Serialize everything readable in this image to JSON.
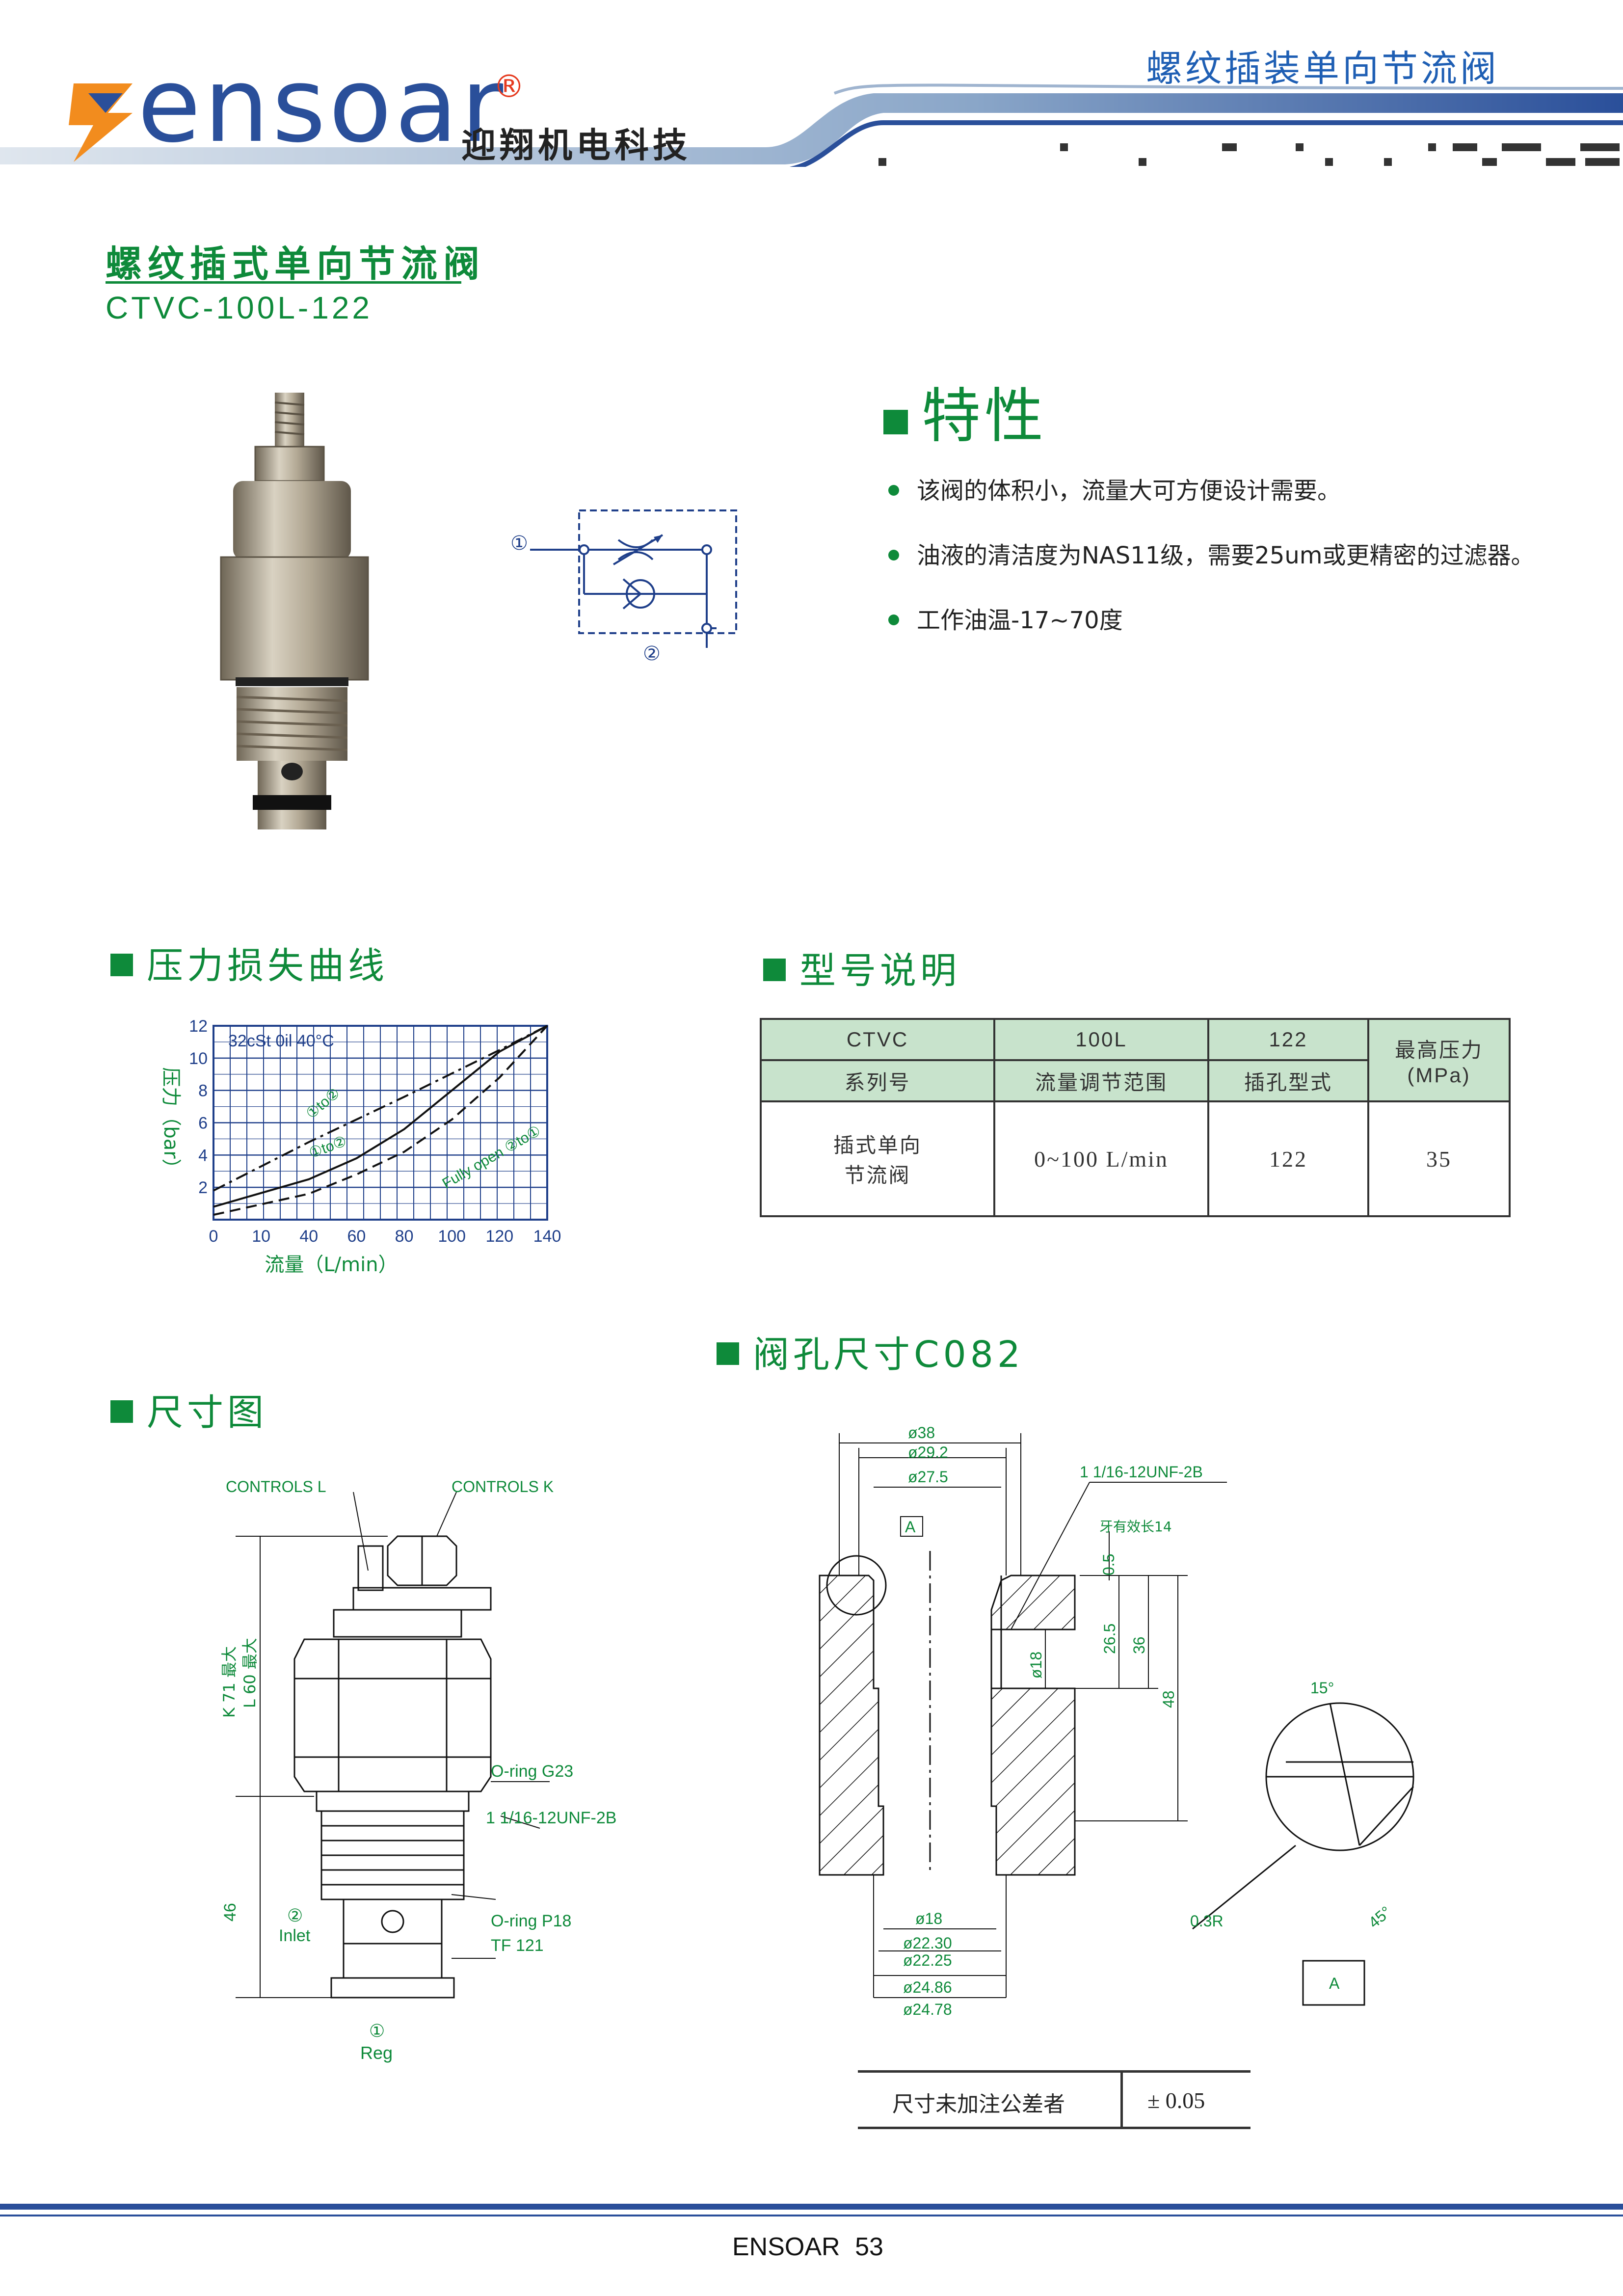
{
  "header": {
    "logo_text": "ensoar",
    "registered": "®",
    "company": "迎翔机电科技",
    "category": "螺纹插装单向节流阀"
  },
  "product": {
    "title_cn": "螺纹插式单向节流阀",
    "model": "CTVC-100L-122"
  },
  "symbol": {
    "port1": "①",
    "port2": "②"
  },
  "features": {
    "heading": "特性",
    "items": [
      "该阀的体积小，流量大可方便设计需要。",
      "油液的清洁度为NAS11级，需要25um或更精密的过滤器。",
      "工作油温-17~70度"
    ]
  },
  "pressure_curve": {
    "heading": "压力损失曲线"
  },
  "chart_data": {
    "type": "line",
    "title": "",
    "annotation": "32cSt 0il 40°C",
    "xlabel": "流量（L/min）",
    "ylabel": "压力（bar）",
    "xlim": [
      0,
      140
    ],
    "ylim": [
      0,
      12
    ],
    "xticks": [
      0,
      10,
      40,
      60,
      80,
      100,
      120,
      140
    ],
    "yticks": [
      2,
      4,
      6,
      8,
      10,
      12
    ],
    "grid": true,
    "series": [
      {
        "name": "①to②",
        "style": "dashdot",
        "points": [
          [
            0,
            1.8
          ],
          [
            40,
            4.8
          ],
          [
            80,
            7.6
          ],
          [
            120,
            10.5
          ],
          [
            140,
            12
          ]
        ]
      },
      {
        "name": "①to②",
        "style": "solid",
        "points": [
          [
            0,
            0.8
          ],
          [
            40,
            2.5
          ],
          [
            60,
            3.8
          ],
          [
            80,
            5.6
          ],
          [
            100,
            8
          ],
          [
            120,
            10.4
          ],
          [
            140,
            12
          ]
        ]
      },
      {
        "name": "Fully open ②to①",
        "style": "dashed",
        "points": [
          [
            0,
            0.3
          ],
          [
            40,
            1.6
          ],
          [
            60,
            2.8
          ],
          [
            80,
            4.2
          ],
          [
            100,
            6.2
          ],
          [
            120,
            8.8
          ],
          [
            140,
            12
          ]
        ]
      }
    ]
  },
  "model_info": {
    "heading": "型号说明",
    "codes": [
      "CTVC",
      "100L",
      "122"
    ],
    "labels": [
      "系列号",
      "流量调节范围",
      "插孔型式"
    ],
    "max_pressure_label": "最高压力",
    "max_pressure_unit": "(MPa)",
    "values": [
      "插式单向\n节流阀",
      "0~100 L/min",
      "122",
      "35"
    ]
  },
  "dimension_drawing": {
    "heading": "尺寸图",
    "controls_l": "CONTROLS L",
    "controls_k": "CONTROLS K",
    "k71": "K 71 最大",
    "l60": "L 60 最大",
    "oring_g23": "O-ring G23",
    "thread": "1 1/16-12UNF-2B",
    "dim46": "46",
    "inlet_num": "②",
    "inlet": "Inlet",
    "oring_p18": "O-ring P18",
    "tf121": "TF 121",
    "reg_num": "①",
    "reg": "Reg"
  },
  "cavity": {
    "heading": "阀孔尺寸C082",
    "d38": "ø38",
    "d29_2": "ø29.2",
    "d27_5": "ø27.5",
    "thread": "1 1/16-12UNF-2B",
    "thread_len": "牙有效长14",
    "detail_a": "A",
    "dim0_5": "0.5",
    "dim26_5": "26.5",
    "dim36": "36",
    "dim48": "48",
    "d18v": "ø18",
    "d18": "ø18",
    "d22_30": "ø22.30",
    "d22_25": "ø22.25",
    "d24_86": "ø24.86",
    "d24_78": "ø24.78",
    "angle15": "15°",
    "angle45": "45°",
    "r03": "0.3R",
    "detail_label": "A"
  },
  "tolerance": {
    "label": "尺寸未加注公差者",
    "value": "± 0.05"
  },
  "footer": {
    "brand": "ENSOAR",
    "page": "53"
  }
}
